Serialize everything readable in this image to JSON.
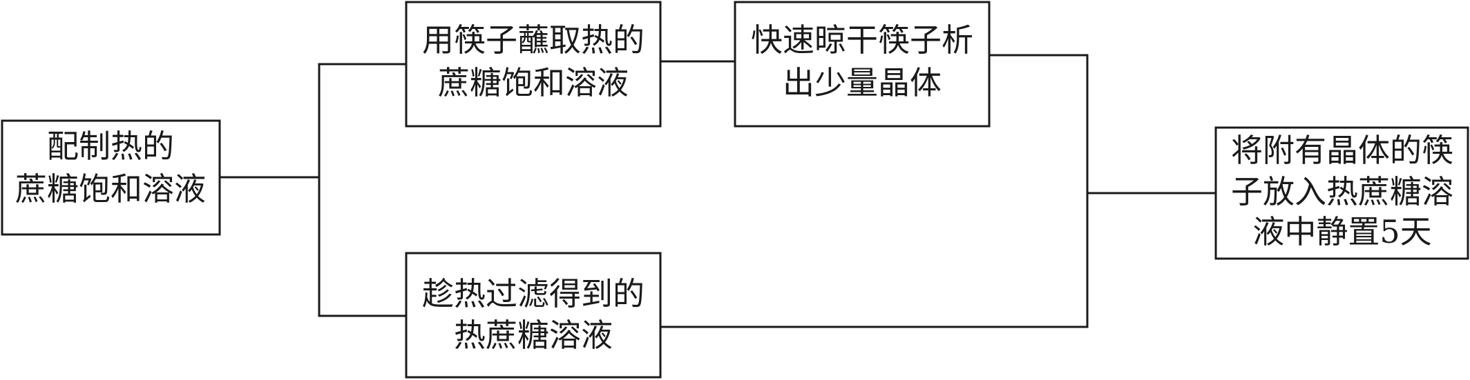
{
  "nodes": {
    "prepare": {
      "lines": [
        "配制热的",
        "蔗糖饱和溶液"
      ]
    },
    "dip": {
      "lines": [
        "用筷子蘸取热的",
        "蔗糖饱和溶液"
      ]
    },
    "dry": {
      "lines": [
        "快速晾干筷子析",
        "出少量晶体"
      ]
    },
    "filter": {
      "lines": [
        "趁热过滤得到的",
        "热蔗糖溶液"
      ]
    },
    "final": {
      "lines": [
        "将附有晶体的筷",
        "子放入热蔗糖溶",
        "液中静置5天"
      ]
    }
  },
  "colors": {
    "stroke": "#1a1a1a",
    "text": "#1a1a1a",
    "fill": "#ffffff"
  }
}
